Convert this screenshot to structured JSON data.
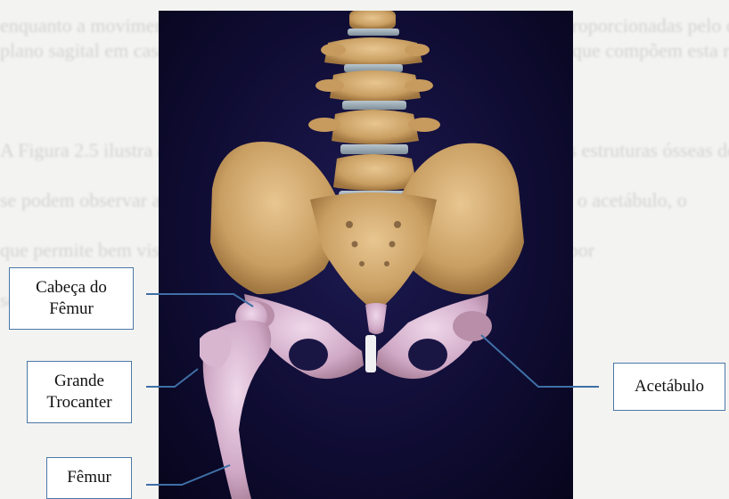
{
  "labels": {
    "cabeca_femur_line1": "Cabeça do",
    "cabeca_femur_line2": "Fêmur",
    "grande_trocanter_line1": "Grande",
    "grande_trocanter_line2": "Trocanter",
    "femur": "Fêmur",
    "acetabulo": "Acetábulo"
  },
  "background_text": {
    "line1": "enquanto a movimentação do corpo no espaço e a sustentação de ações proporcionadas pelo quadril no",
    "line2": "plano sagital em caso da articulação coxofemoral e das estruturas ósseas que compõem esta região de",
    "line3": "A Figura 2.5 ilustra a anatomia da articulação do quadril com a pelve e as estruturas ósseas de que",
    "line4": "se podem observar as estruturas da cabeça do fêmur, o grande trocanter e o acetábulo, o",
    "line5": "que permite bem visualizar a região de interesse para o estudo com HA, por",
    "line6": "ser a principal"
  },
  "colors": {
    "box_border": "#4a78a8",
    "leader_line": "#3f6fa6",
    "photo_background": "#100d35",
    "bone_tan": "#d8b27a",
    "bone_pink": "#dcbcd6"
  }
}
